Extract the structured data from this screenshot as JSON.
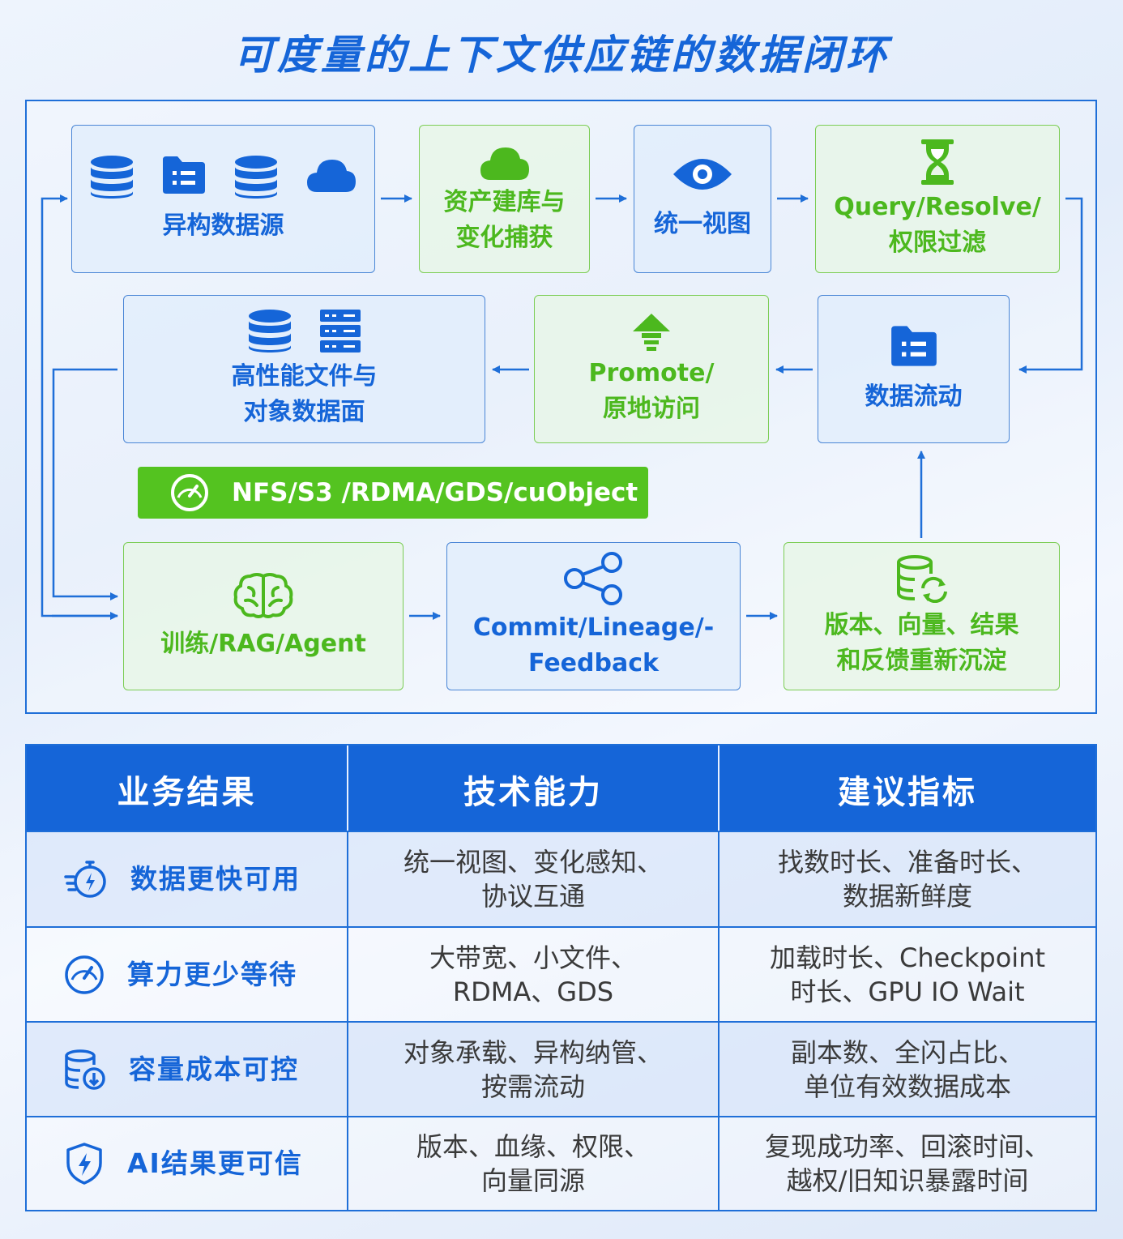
{
  "title": "可度量的上下文供应链的数据闭环",
  "colors": {
    "blue": "#1565d8",
    "green": "#4cb81e",
    "green_bar": "#54c320"
  },
  "diagram": {
    "nodes": {
      "hetero_sources": {
        "label": "异构数据源",
        "icons": [
          "database-icon",
          "folder-list-icon",
          "database-icon",
          "cloud-icon"
        ]
      },
      "asset_capture": {
        "label": "资产建库与\n变化捕获",
        "icons": [
          "cloud-icon"
        ]
      },
      "unified_view": {
        "label": "统一视图",
        "icons": [
          "eye-icon"
        ]
      },
      "query_resolve": {
        "label": "Query/Resolve/\n权限过滤",
        "icons": [
          "hourglass-icon"
        ]
      },
      "hp_data_plane": {
        "label": "高性能文件与\n对象数据面",
        "icons": [
          "database-icon",
          "server-icon"
        ]
      },
      "promote": {
        "label": "Promote/\n原地访问",
        "icons": [
          "upload-arrow-icon"
        ]
      },
      "data_flow": {
        "label": "数据流动",
        "icons": [
          "folder-list-icon"
        ]
      },
      "training": {
        "label": "训练/RAG/Agent",
        "icons": [
          "brain-icon"
        ]
      },
      "commit": {
        "label": "Commit/Lineage/-\nFeedback",
        "icons": [
          "share-nodes-icon"
        ]
      },
      "version": {
        "label": "版本、向量、结果\n和反馈重新沉淀",
        "icons": [
          "database-sync-icon"
        ]
      }
    },
    "protocol_bar": {
      "label": "NFS/S3 /RDMA/GDS/cuObject",
      "icon": "gauge-icon"
    }
  },
  "table": {
    "headers": [
      "业务结果",
      "技术能力",
      "建议指标"
    ],
    "rows": [
      {
        "icon": "fast-timer-icon",
        "outcome": "数据更快可用",
        "capability": "统一视图、变化感知、\n协议互通",
        "metric": "找数时长、准备时长、\n数据新鲜度"
      },
      {
        "icon": "gauge-icon",
        "outcome": "算力更少等待",
        "capability": "大带宽、小文件、\nRDMA、GDS",
        "metric": "加载时长、Checkpoint\n时长、GPU IO Wait"
      },
      {
        "icon": "database-download-icon",
        "outcome": "容量成本可控",
        "capability": "对象承载、异构纳管、\n按需流动",
        "metric": "副本数、全闪占比、\n单位有效数据成本"
      },
      {
        "icon": "shield-bolt-icon",
        "outcome": "AI结果更可信",
        "capability": "版本、血缘、权限、\n向量同源",
        "metric": "复现成功率、回滚时间、\n越权/旧知识暴露时间"
      }
    ]
  }
}
